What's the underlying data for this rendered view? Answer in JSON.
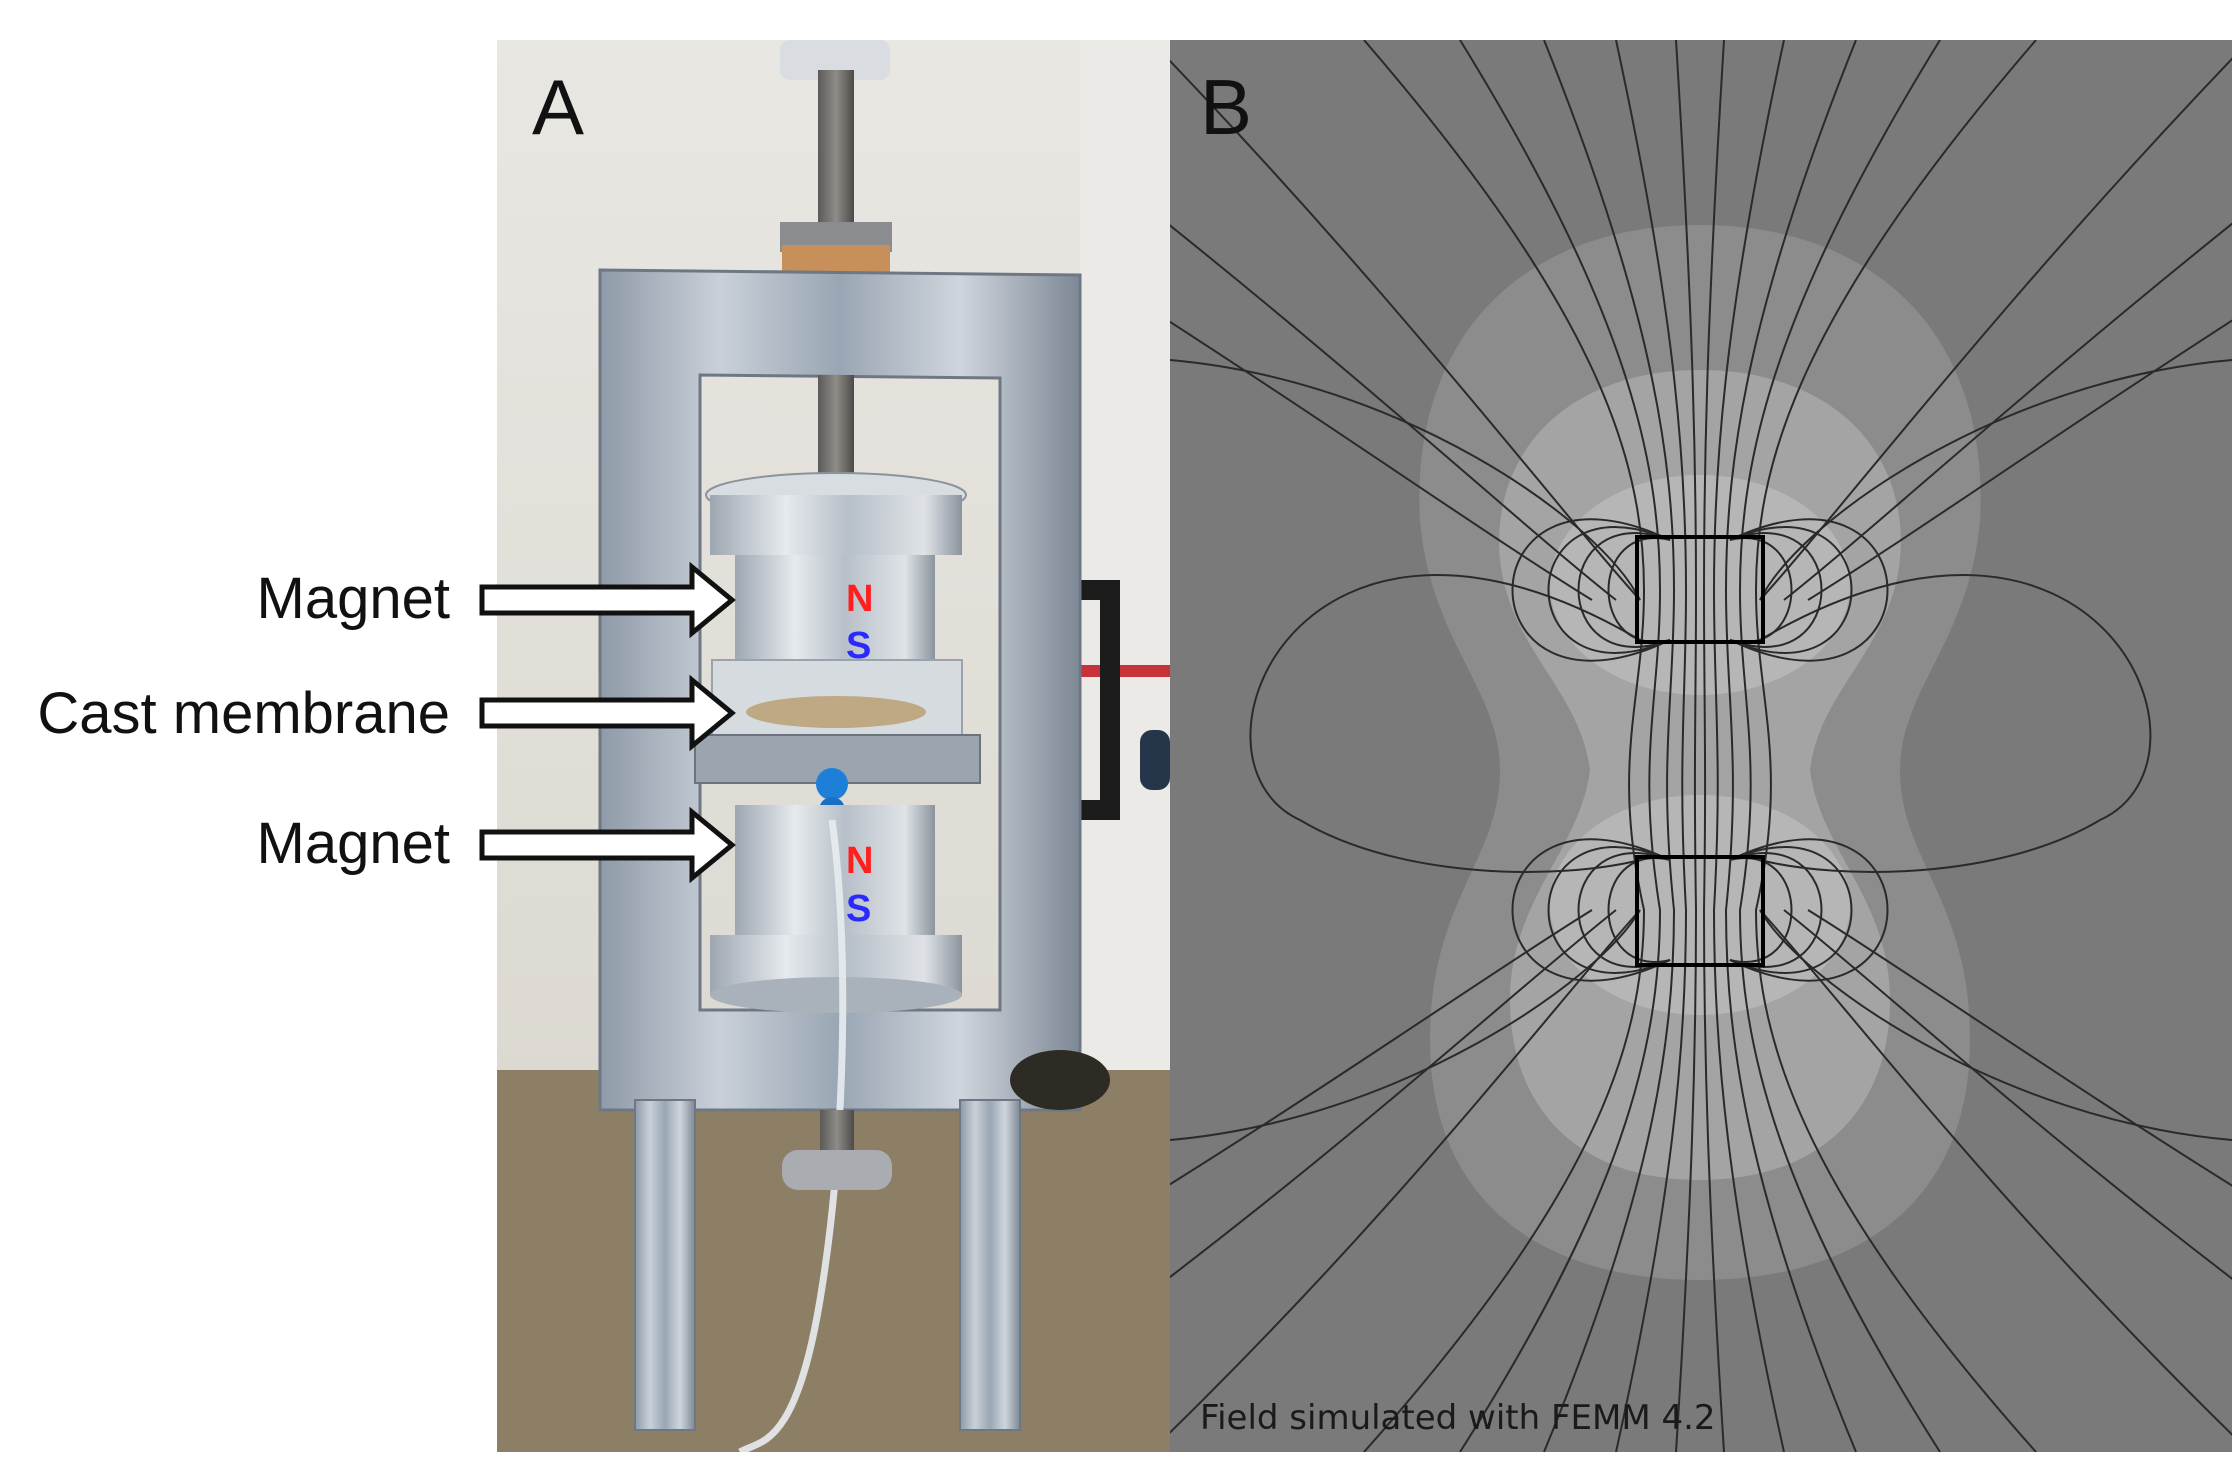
{
  "callouts": {
    "magnet_top": "Magnet",
    "cast_membrane": "Cast membrane",
    "magnet_bottom": "Magnet"
  },
  "panels": {
    "a_label": "A",
    "b_label": "B"
  },
  "poles": {
    "top_north": "N",
    "top_south": "S",
    "bottom_north": "N",
    "bottom_south": "S"
  },
  "simulation_note": "Field simulated with FEMM 4.2",
  "colors": {
    "north": "#ff1f1f",
    "south": "#2a2aff",
    "sim_background": "#7a7a7a",
    "field_line": "#2a2a2a"
  }
}
